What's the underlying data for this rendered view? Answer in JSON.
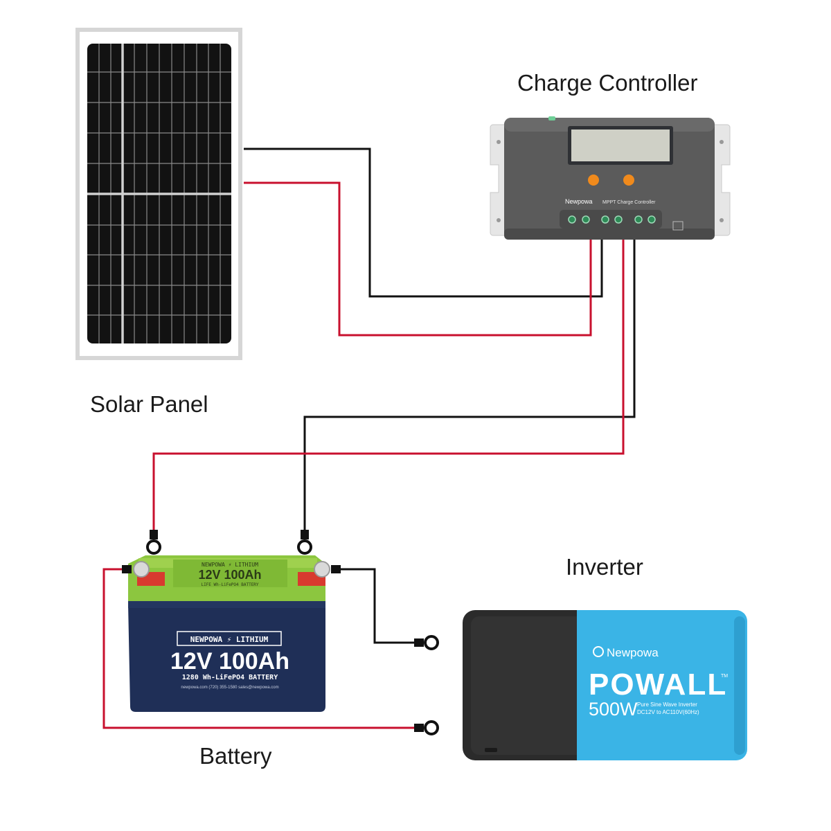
{
  "labels": {
    "solar_panel": "Solar Panel",
    "charge_controller": "Charge Controller",
    "battery": "Battery",
    "inverter": "Inverter"
  },
  "controller": {
    "brand": "Newpowa",
    "model": "MPPT Charge Controller"
  },
  "battery": {
    "top_brand": "NEWPOWA ⚡ LITHIUM",
    "top_title": "12V 100Ah",
    "top_sub": "LIFE Wh-LiFePO4 BATTERY",
    "brand": "NEWPOWA ⚡ LITHIUM",
    "title": "12V 100Ah",
    "subtitle": "1280 Wh-LiFePO4 BATTERY",
    "fine": "newpowa.com  (720) 355-1580  sales@newpowa.com"
  },
  "inverter": {
    "brand": "Newpowa",
    "name": "POWALL",
    "tm": "TM",
    "watts": "500W",
    "spec1": "Pure Sine Wave Inverter",
    "spec2": "DC12V to AC110V(60Hz)"
  },
  "colors": {
    "wire_black": "#111111",
    "wire_red": "#c8102e",
    "controller_body": "#5b5b5b",
    "battery_blue": "#1f2f57",
    "battery_green": "#8cc63f",
    "inverter_blue": "#3ab4e6",
    "inverter_dark": "#2b2b2b",
    "knob_orange": "#f08a1c"
  }
}
